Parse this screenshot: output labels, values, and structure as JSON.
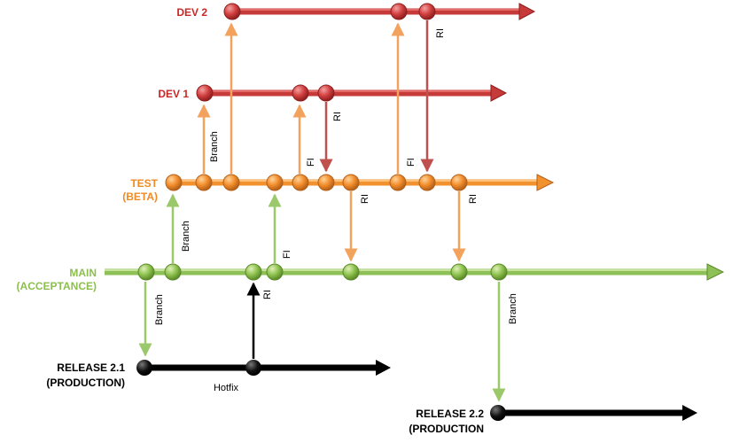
{
  "colors": {
    "dev": "#cc3333",
    "dev_line": "#d94c4c",
    "test": "#f39a3a",
    "test_line": "#f7a24a",
    "main": "#8dc056",
    "main_line": "#a6cf6b",
    "release": "#000000",
    "arrow_branch_main": "#9bc86a",
    "arrow_test": "#f2a25c",
    "arrow_dev_ri": "#c0504d"
  },
  "labels": {
    "dev2": "DEV 2",
    "dev1": "DEV 1",
    "test_l1": "TEST",
    "test_l2": "(BETA)",
    "main_l1": "MAIN",
    "main_l2": "(ACCEPTANCE)",
    "rel21_l1": "RELEASE  2.1",
    "rel21_l2": "(PRODUCTION)",
    "rel22_l1": "RELEASE  2.2",
    "rel22_l2": "(PRODUCTION"
  },
  "annotations": {
    "branch_main_rel21": "Branch",
    "branch_main_test": "Branch",
    "branch_test_dev1": "Branch",
    "ri_rel21_main": "RI",
    "fi_main_test": "FI",
    "fi_test_dev1": "FI",
    "ri_dev1_test": "RI",
    "ri_test_main_1": "RI",
    "fi_test_dev2": "FI",
    "ri_dev2_test": "RI",
    "ri_test_main_2": "RI",
    "branch_main_rel22": "Branch",
    "hotfix": "Hotfix"
  }
}
